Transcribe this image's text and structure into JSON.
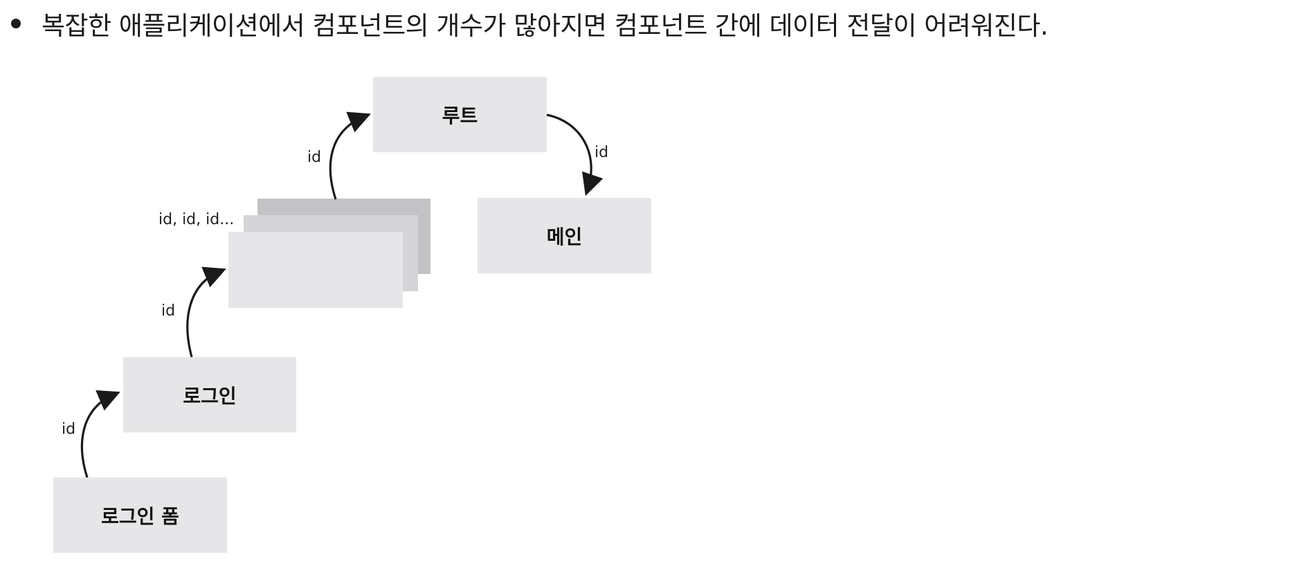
{
  "bullet": {
    "text": "복잡한 애플리케이션에서 컴포넌트의 개수가 많아지면 컴포넌트 간에 데이터 전달이 어려워진다."
  },
  "diagram": {
    "nodes": {
      "login_form": "로그인 폼",
      "login": "로그인",
      "root": "루트",
      "main": "메인"
    },
    "edge_labels": {
      "form_to_login": "id",
      "login_to_stack": "id",
      "stack": "id, id, id...",
      "stack_to_root": "id",
      "root_to_main": "id"
    }
  },
  "colors": {
    "box_light": "#e6e6e8",
    "box_mid": "#d5d5d8",
    "box_dark": "#c3c3c6",
    "arrow": "#1a1a1a"
  }
}
